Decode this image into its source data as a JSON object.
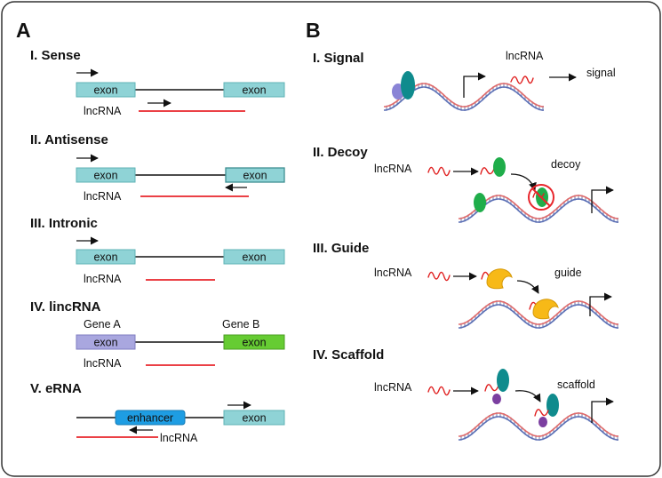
{
  "panel_a": {
    "letter": "A",
    "sections": {
      "sense": {
        "title": "I. Sense",
        "exon1": "exon",
        "exon2": "exon",
        "rna": "lncRNA"
      },
      "antisense": {
        "title": "II. Antisense",
        "exon1": "exon",
        "exon2": "exon",
        "rna": "lncRNA"
      },
      "intronic": {
        "title": "III. Intronic",
        "exon1": "exon",
        "exon2": "exon",
        "rna": "lncRNA"
      },
      "lincrna": {
        "title": "IV. lincRNA",
        "gene_a": "Gene A",
        "gene_b": "Gene B",
        "exon1": "exon",
        "exon2": "exon",
        "rna": "lncRNA"
      },
      "erna": {
        "title": "V. eRNA",
        "enhancer": "enhancer",
        "exon": "exon",
        "rna": "lncRNA"
      }
    }
  },
  "panel_b": {
    "letter": "B",
    "sections": {
      "signal": {
        "title": "I. Signal",
        "rna": "lncRNA",
        "outcome": "signal"
      },
      "decoy": {
        "title": "II. Decoy",
        "rna": "lncRNA",
        "outcome": "decoy"
      },
      "guide": {
        "title": "III. Guide",
        "rna": "lncRNA",
        "outcome": "guide"
      },
      "scaffold": {
        "title": "IV. Scaffold",
        "rna": "lncRNA",
        "outcome": "scaffold"
      }
    }
  },
  "colors": {
    "exon": "#8fd3d6",
    "gene_a_exon": "#a9a7df",
    "gene_b_exon": "#66cc33",
    "enhancer": "#1e9de3",
    "lncrna_line": "#e8262c",
    "green_protein": "#1fad4a",
    "teal_protein": "#0f8b8d",
    "yellow_protein": "#f7b917",
    "purple_protein": "#7b3fa0",
    "lavender_protein": "#8a84d6"
  }
}
